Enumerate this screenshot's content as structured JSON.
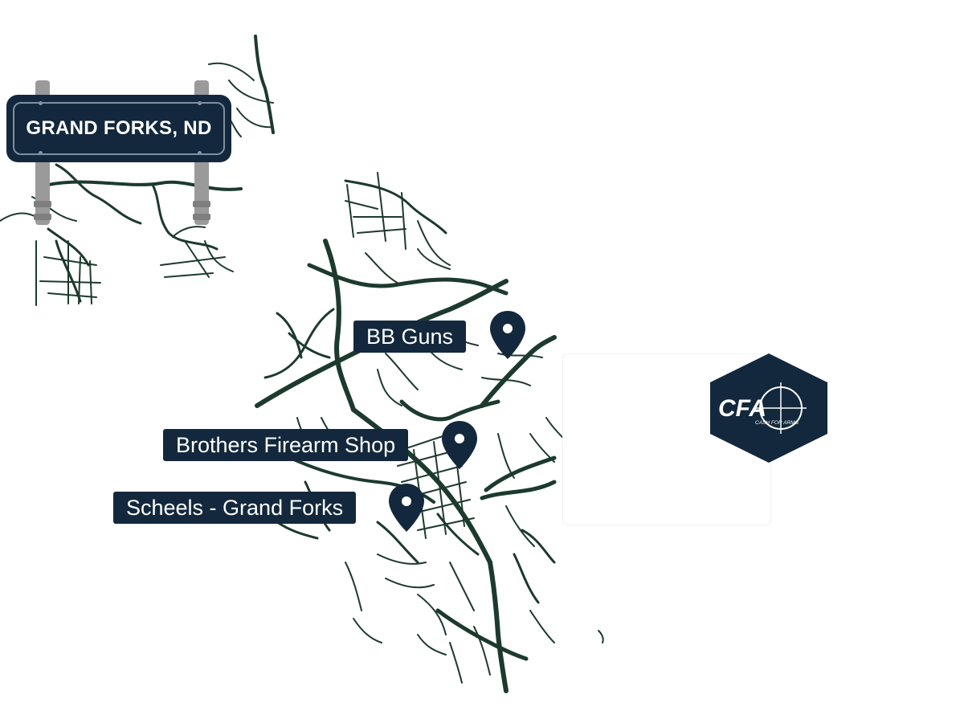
{
  "city_sign": {
    "text": "GRAND FORKS, ND"
  },
  "stores": [
    {
      "name": "BB Guns"
    },
    {
      "name": "Brothers Firearm Shop"
    },
    {
      "name": "Scheels - Grand Forks"
    }
  ],
  "brand": {
    "logo_text": "CFA",
    "tagline": "CASH FOR ARMS"
  },
  "colors": {
    "navy": "#13283c",
    "road": "#1c3a2e",
    "white": "#ffffff",
    "post": "#9a9a9a"
  }
}
